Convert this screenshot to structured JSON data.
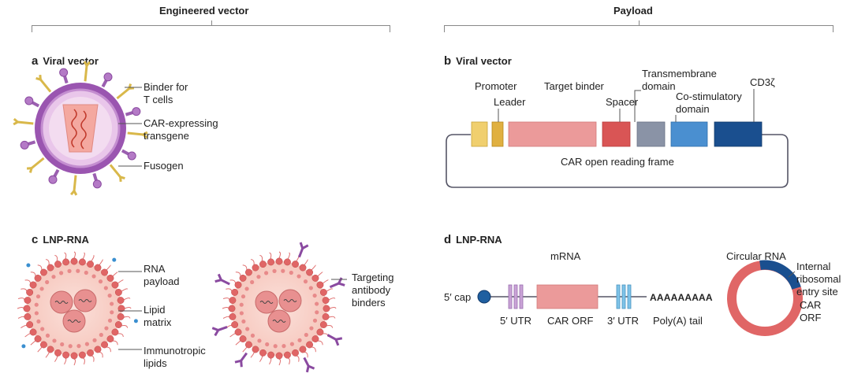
{
  "headers": {
    "left": "Engineered vector",
    "right": "Payload"
  },
  "panel_a": {
    "letter": "a",
    "title": "Viral vector",
    "labels": {
      "binder_line1": "Binder for",
      "binder_line2": "T cells",
      "car_line1": "CAR-expressing",
      "car_line2": "transgene",
      "fusogen": "Fusogen"
    }
  },
  "panel_b": {
    "letter": "b",
    "title": "Viral vector",
    "labels": {
      "promoter": "Promoter",
      "leader": "Leader",
      "target_binder": "Target binder",
      "spacer": "Spacer",
      "tm_line1": "Transmembrane",
      "tm_line2": "domain",
      "costim_line1": "Co-stimulatory",
      "costim_line2": "domain",
      "cd3z": "CD3ζ",
      "orf": "CAR open reading frame"
    },
    "colors": {
      "promoter": "#f0cf6e",
      "leader": "#e0b040",
      "target_binder": "#eb9a9a",
      "spacer": "#d95555",
      "tm": "#8a93a6",
      "costim": "#4a8fd0",
      "cd3z": "#1a4f8f"
    }
  },
  "panel_c": {
    "letter": "c",
    "title": "LNP-RNA",
    "labels": {
      "rna_line1": "RNA",
      "rna_line2": "payload",
      "lipid_line1": "Lipid",
      "lipid_line2": "matrix",
      "immuno_line1": "Immunotropic",
      "immuno_line2": "lipids",
      "target_line1": "Targeting",
      "target_line2": "antibody",
      "target_line3": "binders"
    }
  },
  "panel_d": {
    "letter": "d",
    "title": "LNP-RNA",
    "labels": {
      "mrna": "mRNA",
      "cap": "5′ cap",
      "utr5": "5′ UTR",
      "car_orf": "CAR ORF",
      "utr3": "3′ UTR",
      "polya": "Poly(A) tail",
      "polya_seq": "AAAAAAAAA",
      "circular": "Circular RNA",
      "ires_line1": "Internal",
      "ires_line2": "ribosomal",
      "ires_line3": "entry site",
      "car_line1": "CAR",
      "car_line2": "ORF"
    }
  }
}
